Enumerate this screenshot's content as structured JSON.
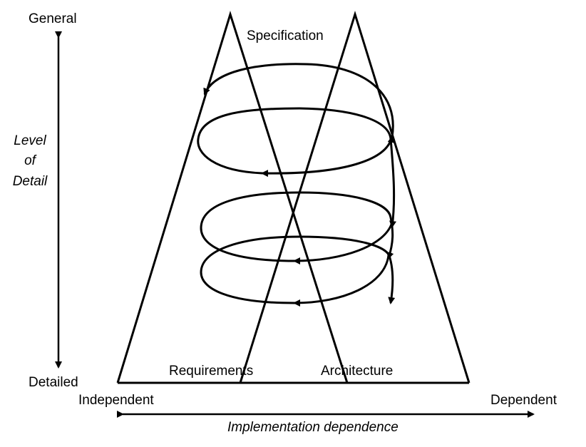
{
  "labels": {
    "general": "General",
    "detailed": "Detailed",
    "level_of_detail": [
      "Level",
      "of",
      "Detail"
    ],
    "specification": "Specification",
    "requirements": "Requirements",
    "architecture": "Architecture",
    "independent": "Independent",
    "dependent": "Dependent",
    "implementation_dependence": "Implementation dependence"
  }
}
